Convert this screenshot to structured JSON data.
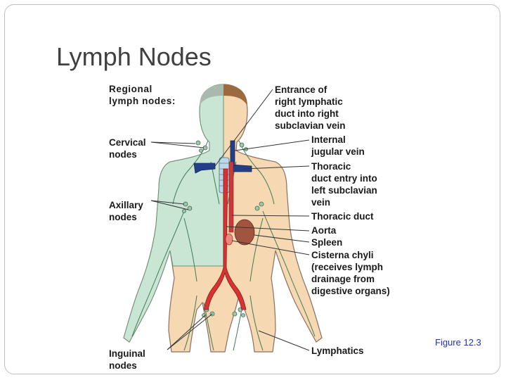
{
  "slide": {
    "title": "Lymph Nodes",
    "caption": "Figure 12.3"
  },
  "left_labels": {
    "regional_1": "Regional",
    "regional_2": "lymph nodes:",
    "cervical_1": "Cervical",
    "cervical_2": "nodes",
    "axillary_1": "Axillary",
    "axillary_2": "nodes",
    "inguinal_1": "Inguinal",
    "inguinal_2": "nodes"
  },
  "right_labels": {
    "entrance_1": "Entrance of",
    "entrance_2": "right lymphatic",
    "entrance_3": "duct into right",
    "entrance_4": "subclavian vein",
    "jugular_1": "Internal",
    "jugular_2": "jugular vein",
    "thoracic_entry_1": "Thoracic",
    "thoracic_entry_2": "duct entry into",
    "thoracic_entry_3": "left subclavian",
    "thoracic_entry_4": "vein",
    "thoracic_duct": "Thoracic duct",
    "aorta": "Aorta",
    "spleen": "Spleen",
    "cisterna_1": "Cisterna chyli",
    "cisterna_2": "(receives lymph",
    "cisterna_3": "drainage from",
    "cisterna_4": "digestive organs)",
    "lymphatics": "Lymphatics"
  }
}
